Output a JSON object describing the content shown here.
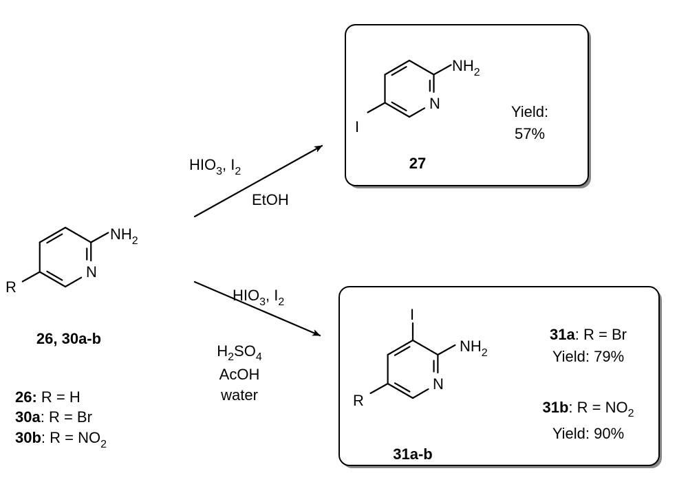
{
  "starting_material": {
    "substituent": "R",
    "amine": [
      "NH",
      "2"
    ],
    "ring_n": "N",
    "label": "26, 30a-b",
    "definitions": [
      {
        "id": "26:",
        "text": " R = H",
        "sub": ""
      },
      {
        "id": "30a",
        "text": ": R = Br",
        "sub": ""
      },
      {
        "id": "30b",
        "text": ": R = NO",
        "sub": "2"
      }
    ]
  },
  "reaction_top": {
    "reagents": [
      "HIO",
      "3",
      ", I",
      "2"
    ],
    "solvent": "EtOH"
  },
  "reaction_bottom": {
    "reagents": [
      "HIO",
      "3",
      ", I",
      "2"
    ],
    "acid": [
      "H",
      "2",
      "SO",
      "4"
    ],
    "cosolvent": "AcOH",
    "water": "water"
  },
  "product_27": {
    "substituent": "I",
    "amine": [
      "NH",
      "2"
    ],
    "ring_n": "N",
    "label": "27",
    "yield_label": "Yield:",
    "yield_value": "57%"
  },
  "product_31": {
    "substituent": "R",
    "iodo": "I",
    "amine": [
      "NH",
      "2"
    ],
    "ring_n": "N",
    "label": "31a-b",
    "results": [
      {
        "id": "31a",
        "text": ": R = Br",
        "sub": "",
        "yield": "Yield: 79%"
      },
      {
        "id": "31b",
        "text": ": R = NO",
        "sub": "2",
        "yield": "Yield: 90%"
      }
    ]
  }
}
